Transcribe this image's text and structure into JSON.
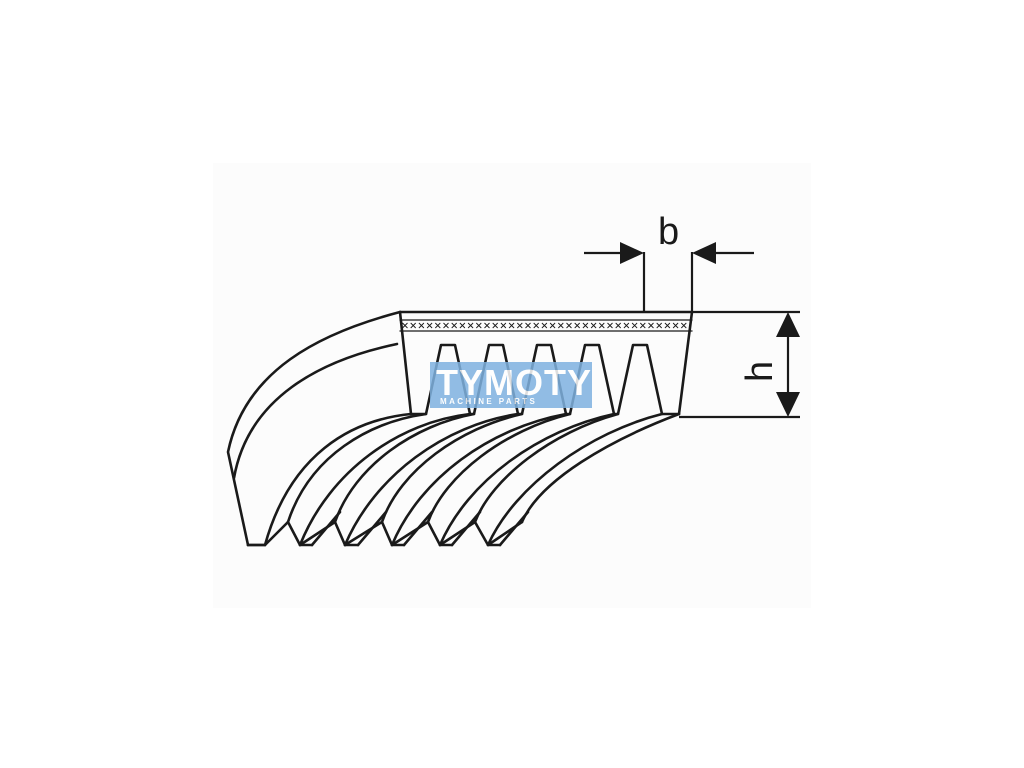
{
  "diagram": {
    "dimension_width_label": "b",
    "dimension_height_label": "h",
    "rib_count": 5,
    "colors": {
      "line": "#1a1a1a",
      "frame": "#fcfcfc",
      "watermark": "#7fb2e0"
    }
  },
  "watermark": {
    "brand": "TYMOTY",
    "tagline": "MACHINE PARTS"
  }
}
